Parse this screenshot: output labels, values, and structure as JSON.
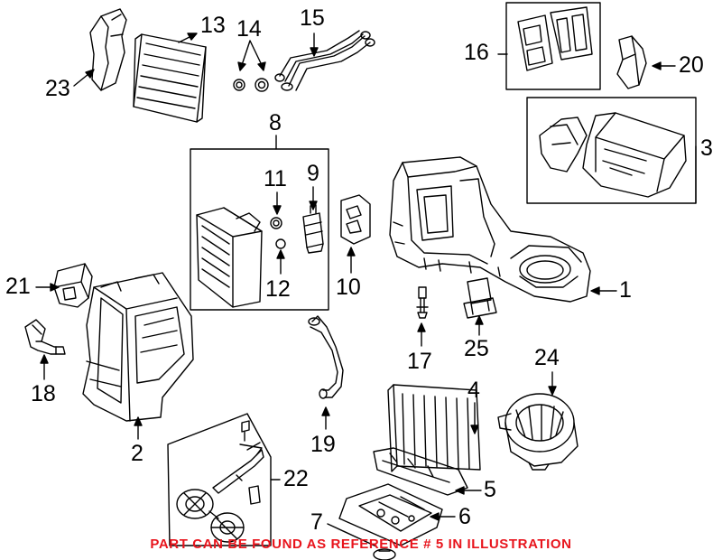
{
  "diagram": {
    "callouts": {
      "c1": "1",
      "c2": "2",
      "c3": "3",
      "c4": "4",
      "c5": "5",
      "c6": "6",
      "c7": "7",
      "c8": "8",
      "c9": "9",
      "c10": "10",
      "c11": "11",
      "c12": "12",
      "c13": "13",
      "c14": "14",
      "c15": "15",
      "c16": "16",
      "c17": "17",
      "c18": "18",
      "c19": "19",
      "c20": "20",
      "c21": "21",
      "c22": "22",
      "c23": "23",
      "c24": "24",
      "c25": "25"
    },
    "note": "PART CAN BE FOUND AS REFERENCE # 5 IN ILLUSTRATION",
    "colors": {
      "line": "#000000",
      "note": "#e8141c",
      "background": "#ffffff"
    }
  }
}
